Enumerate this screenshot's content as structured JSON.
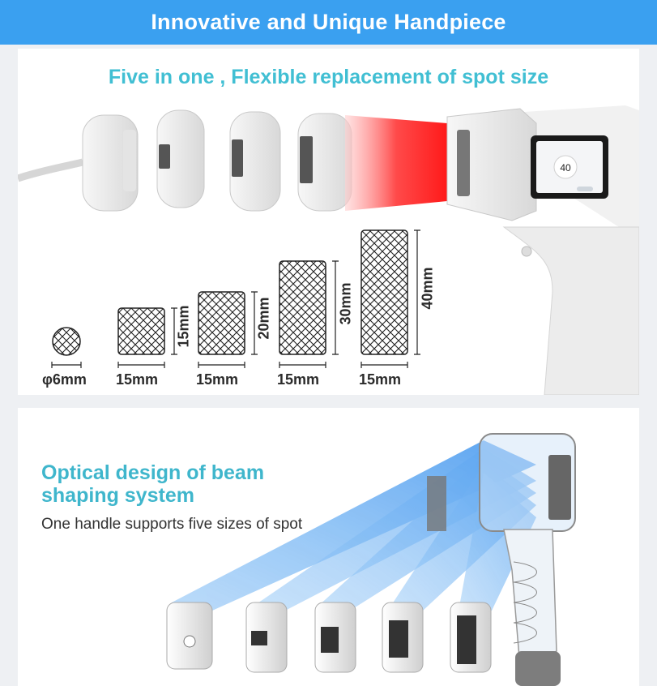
{
  "banner": {
    "title": "Innovative and Unique Handpiece"
  },
  "section1": {
    "subtitle": "Five in one , Flexible replacement of spot size",
    "screen": {
      "value": "40"
    },
    "spots": [
      {
        "width_label": "φ6mm",
        "height_label": ""
      },
      {
        "width_label": "15mm",
        "height_label": "15mm"
      },
      {
        "width_label": "15mm",
        "height_label": "20mm"
      },
      {
        "width_label": "15mm",
        "height_label": "30mm"
      },
      {
        "width_label": "15mm",
        "height_label": "40mm"
      }
    ]
  },
  "section2": {
    "heading_line1": "Optical design of beam",
    "heading_line2": "shaping system",
    "description": "One handle supports five sizes of spot"
  },
  "colors": {
    "banner": "#3aa0f0",
    "accent_text": "#41bfd3",
    "beam_blue": "#4a9ff0",
    "laser_red": "#ff3030"
  }
}
